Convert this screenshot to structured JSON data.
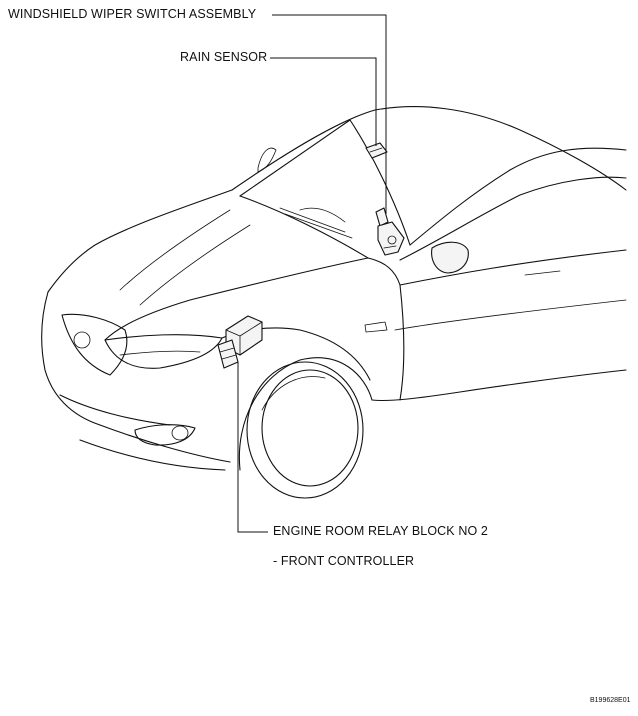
{
  "labels": {
    "wiper_switch": "WINDSHIELD WIPER SWITCH ASSEMBLY",
    "rain_sensor": "RAIN SENSOR",
    "relay_block": "ENGINE ROOM RELAY BLOCK NO  2",
    "front_controller": "- FRONT CONTROLLER"
  },
  "figure_code": "B199628E01"
}
